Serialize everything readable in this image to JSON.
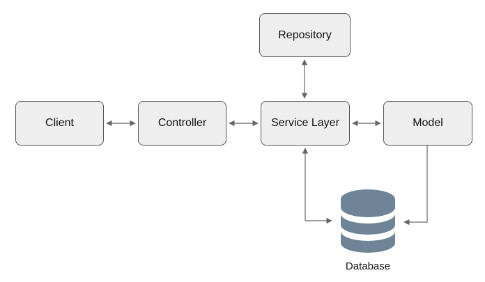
{
  "nodes": {
    "client": "Client",
    "controller": "Controller",
    "service": "Service Layer",
    "model": "Model",
    "repository": "Repository"
  },
  "database": {
    "label": "Database",
    "icon": "database-icon"
  },
  "colors": {
    "box_fill": "#eeeeee",
    "box_border": "#555555",
    "connector": "#666666",
    "db_icon": "#6f8597"
  }
}
